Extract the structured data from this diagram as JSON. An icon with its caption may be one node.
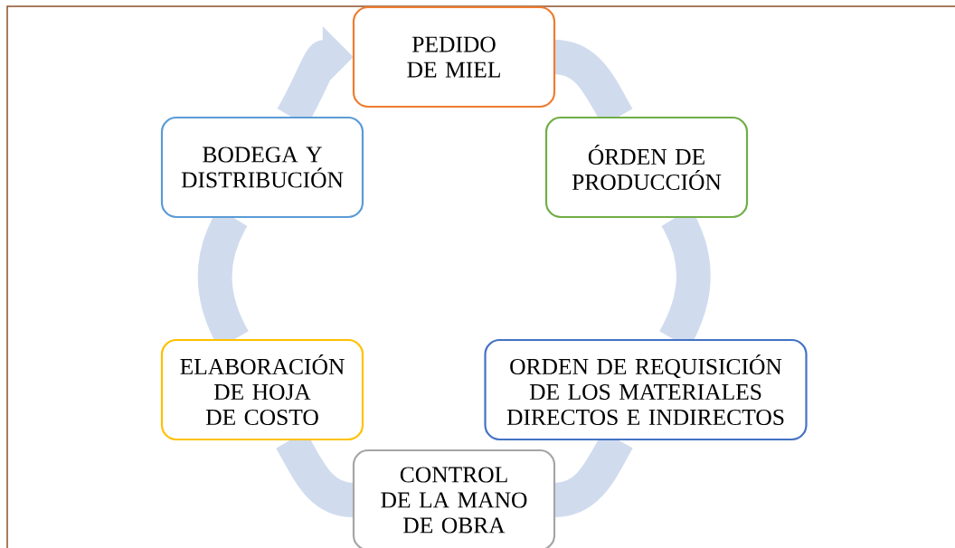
{
  "diagram": {
    "nodes": [
      {
        "text": [
          "PEDIDO DE MIEL"
        ]
      },
      {
        "text": [
          "ÓRDEN DE PRODUCCIÓN"
        ]
      },
      {
        "text": [
          "ORDEN DE REQUISICIÓN DE LOS MATERIALES DIRECTOS E INDIRECTOS"
        ]
      },
      {
        "text": [
          "CONTROL DE LA MANO DE OBRA"
        ]
      },
      {
        "text": [
          "ELABORACIÓN DE HOJA DE COSTO"
        ]
      },
      {
        "text": [
          "BODEGA Y DISTRIBUCIÓN"
        ]
      }
    ],
    "edges": [
      {
        "from": 0,
        "to": 1,
        "arrow": "none"
      },
      {
        "from": 1,
        "to": 2,
        "arrow": "none"
      },
      {
        "from": 2,
        "to": 3,
        "arrow": "none"
      },
      {
        "from": 3,
        "to": 4,
        "arrow": "none"
      },
      {
        "from": 4,
        "to": 5,
        "arrow": "none"
      },
      {
        "from": 5,
        "to": 0,
        "arrow": "to"
      }
    ]
  }
}
